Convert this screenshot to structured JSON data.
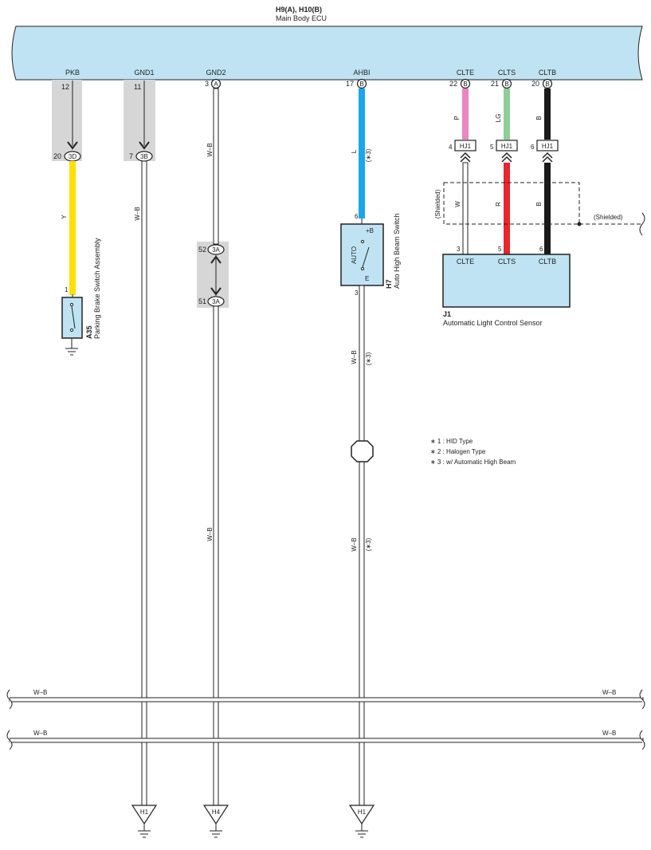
{
  "ecu": {
    "title": "H9(A), H10(B)",
    "subtitle": "Main Body ECU",
    "pins": [
      {
        "name": "PKB",
        "number": "12",
        "connector": ""
      },
      {
        "name": "GND1",
        "number": "11",
        "connector": ""
      },
      {
        "name": "GND2",
        "number": "3",
        "connector": "A"
      },
      {
        "name": "AHBI",
        "number": "17",
        "connector": "B"
      },
      {
        "name": "CLTE",
        "number": "22",
        "connector": "B"
      },
      {
        "name": "CLTS",
        "number": "21",
        "connector": "B"
      },
      {
        "name": "CLTB",
        "number": "20",
        "connector": "B"
      }
    ]
  },
  "junctions": {
    "pkb": {
      "number": "20",
      "label": "3D"
    },
    "gnd1": {
      "number": "7",
      "label": "3B"
    },
    "gnd2_top": {
      "number": "52",
      "label": "3A"
    },
    "gnd2_bottom": {
      "number": "51",
      "label": "3A"
    }
  },
  "hj1": {
    "label": "HJ1",
    "pins": [
      "4",
      "5",
      "6"
    ]
  },
  "wires": {
    "pkb": "Y",
    "gnd1": "W–B",
    "gnd2_upper": "W–B",
    "gnd2_lower": "W–B",
    "ahbi": "L",
    "ahbi_note": "(∗3)",
    "clte": "P",
    "clts": "LG",
    "cltb": "B",
    "sensor_clte": "W",
    "sensor_clts": "R",
    "sensor_cltb": "B",
    "switch_out_1": "W–B",
    "switch_out_1_note": "(∗3)",
    "switch_out_2": "W–B",
    "switch_out_2_note": "(∗3)",
    "bus1_left": "W–B",
    "bus1_right": "W–B",
    "bus2_left": "W–B",
    "bus2_right": "W–B"
  },
  "shield": {
    "left_label": "(Shielded)",
    "right_label": "(Shielded)"
  },
  "parking_switch": {
    "code": "A35",
    "name": "Parking Brake Switch Assembly",
    "pin": "1"
  },
  "auto_switch": {
    "code": "H7",
    "name": "Auto High Beam Switch",
    "mode": "AUTO",
    "plus_b": "+B",
    "e_label": "E",
    "pin_in": "6",
    "pin_out": "3"
  },
  "sensor": {
    "code": "J1",
    "name": "Automatic Light Control Sensor",
    "pins": [
      {
        "number": "3",
        "name": "CLTE"
      },
      {
        "number": "5",
        "name": "CLTS"
      },
      {
        "number": "6",
        "name": "CLTB"
      }
    ]
  },
  "notes": [
    "∗ 1 : HID Type",
    "∗ 2 : Halogen Type",
    "∗ 3 : w/ Automatic High Beam"
  ],
  "grounds": [
    "H1",
    "H4",
    "H1"
  ],
  "colors": {
    "ecu_fill": "#bfe3f3",
    "yellow": "#ffe000",
    "blue": "#1aa6ec",
    "pink": "#e987c2",
    "lightgreen": "#8dcf96",
    "red": "#e8262c",
    "black": "#1a1a1a",
    "highlight_grey": "#d6d6d6"
  }
}
